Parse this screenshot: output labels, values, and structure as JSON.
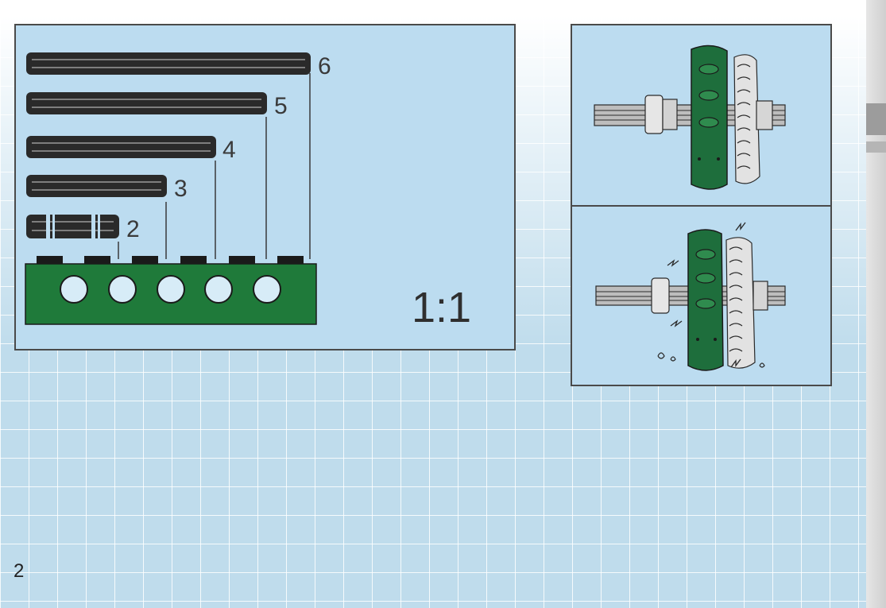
{
  "axle_panel": {
    "axles": [
      {
        "length_label": "6"
      },
      {
        "length_label": "5"
      },
      {
        "length_label": "4"
      },
      {
        "length_label": "3"
      },
      {
        "length_label": "2"
      }
    ],
    "scale_label": "1:1"
  },
  "page_number": "2",
  "colors": {
    "panel_blue": "#bcdcf0",
    "axle_black": "#2a2a2a",
    "brick_green": "#1f7a3a",
    "gear_green": "#1e6e3c",
    "gear_grey": "#e2e2e2"
  }
}
